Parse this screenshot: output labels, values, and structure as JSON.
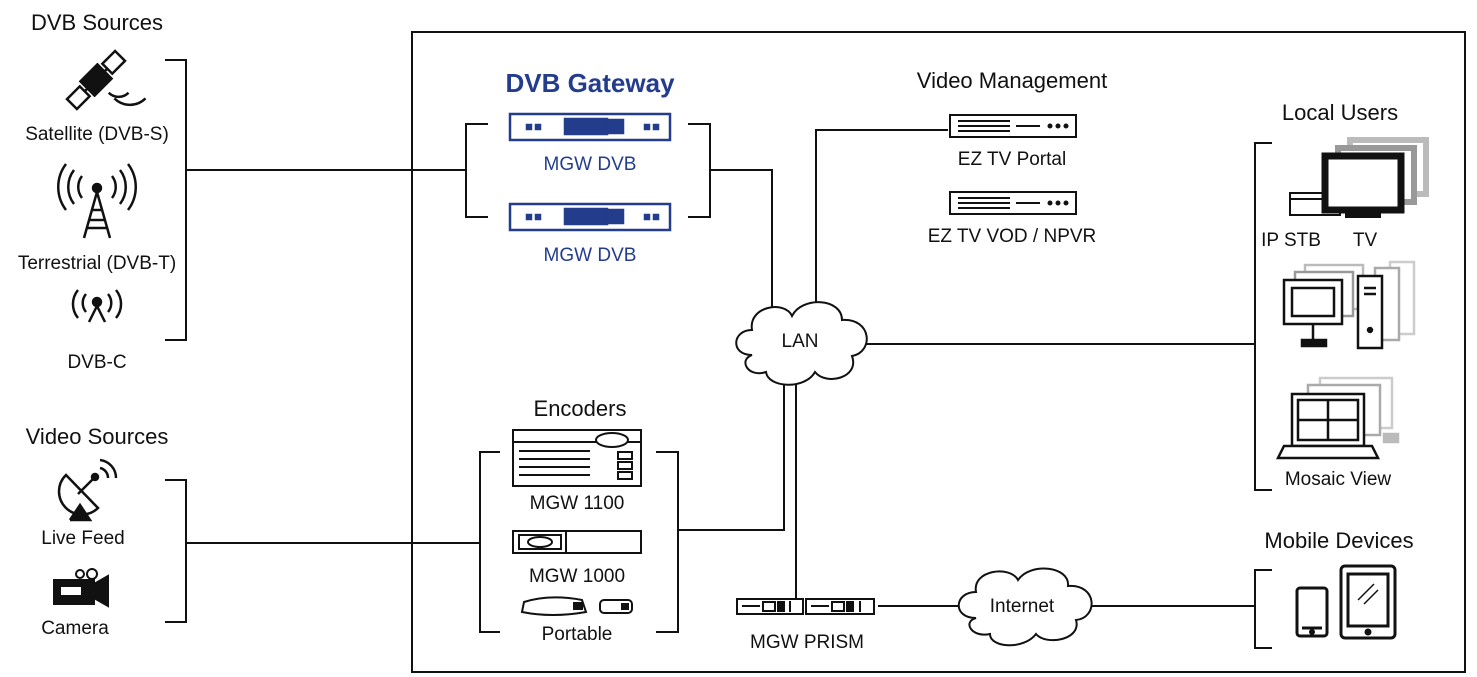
{
  "sections": {
    "dvb_sources": "DVB Sources",
    "video_sources": "Video Sources",
    "dvb_gateway": "DVB Gateway",
    "video_management": "Video Management",
    "local_users": "Local  Users",
    "encoders": "Encoders",
    "mobile_devices": "Mobile Devices"
  },
  "dvb_sources": {
    "satellite": "Satellite (DVB-S)",
    "terrestrial": "Terrestrial (DVB-T)",
    "cable": "DVB-C"
  },
  "video_sources": {
    "live_feed": "Live Feed",
    "camera": "Camera"
  },
  "gateway": {
    "device_1": "MGW DVB",
    "device_2": "MGW DVB"
  },
  "video_management": {
    "portal": "EZ TV Portal",
    "vod": "EZ TV VOD / NPVR"
  },
  "network": {
    "lan": "LAN",
    "internet": "Internet",
    "prism": "MGW PRISM"
  },
  "encoders": {
    "mgw1100": "MGW 1100",
    "mgw1000": "MGW 1000",
    "portable": "Portable"
  },
  "local_users": {
    "ip_stb": "IP STB",
    "tv": "TV",
    "mosaic": "Mosaic View"
  },
  "colors": {
    "accent_blue": "#233d8c",
    "line": "#111111"
  }
}
